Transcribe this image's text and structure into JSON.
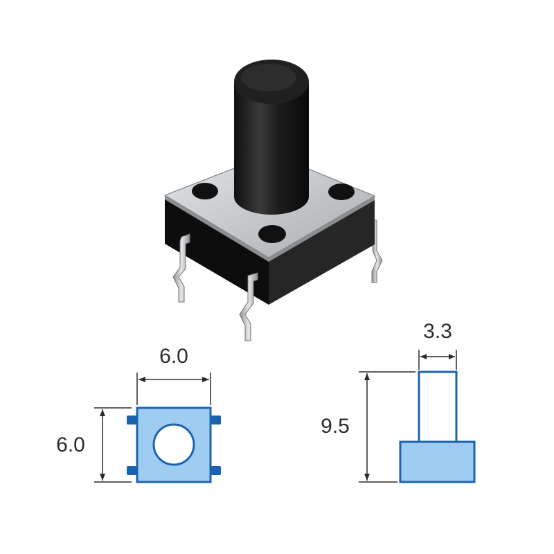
{
  "dimensions": {
    "top_view_width": "6.0",
    "top_view_height": "6.0",
    "side_view_plunger_width": "3.3",
    "side_view_total_height": "9.5"
  },
  "colors": {
    "outline_blue": "#1b63b0",
    "fill_light_blue": "#9fcdf2",
    "button_black": "#1e1e1e",
    "body_black": "#141414",
    "metal_top": "#c8cccf",
    "leg_silver": "#b9bdc0"
  }
}
